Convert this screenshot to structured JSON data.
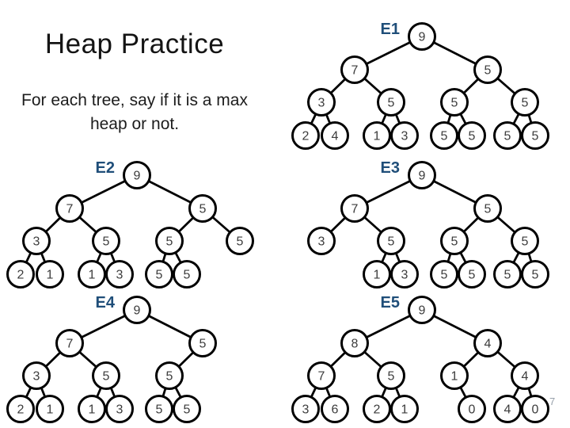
{
  "slide": {
    "title": "Heap Practice",
    "subtitle": "For each tree, say if it is a max heap or not.",
    "page_number": "7",
    "accent_color": "#1f4e79"
  },
  "trees": [
    {
      "label": "E1",
      "nodes": [
        [
          0,
          0,
          "9"
        ],
        [
          1,
          0,
          "7"
        ],
        [
          1,
          1,
          "5"
        ],
        [
          2,
          0,
          "3"
        ],
        [
          2,
          1,
          "5"
        ],
        [
          2,
          2,
          "5"
        ],
        [
          2,
          3,
          "5"
        ],
        [
          3,
          0,
          "2"
        ],
        [
          3,
          1,
          "4"
        ],
        [
          3,
          2,
          "1"
        ],
        [
          3,
          3,
          "3"
        ],
        [
          3,
          4,
          "5"
        ],
        [
          3,
          5,
          "5"
        ],
        [
          3,
          6,
          "5"
        ],
        [
          3,
          7,
          "5"
        ]
      ]
    },
    {
      "label": "E2",
      "nodes": [
        [
          0,
          0,
          "9"
        ],
        [
          1,
          0,
          "7"
        ],
        [
          1,
          1,
          "5"
        ],
        [
          2,
          0,
          "3"
        ],
        [
          2,
          1,
          "5"
        ],
        [
          2,
          2,
          "5"
        ],
        [
          2,
          3,
          "5"
        ],
        [
          3,
          0,
          "2"
        ],
        [
          3,
          1,
          "1"
        ],
        [
          3,
          2,
          "1"
        ],
        [
          3,
          3,
          "3"
        ],
        [
          3,
          4,
          "5"
        ],
        [
          3,
          5,
          "5"
        ]
      ]
    },
    {
      "label": "E3",
      "nodes": [
        [
          0,
          0,
          "9"
        ],
        [
          1,
          0,
          "7"
        ],
        [
          1,
          1,
          "5"
        ],
        [
          2,
          0,
          "3"
        ],
        [
          2,
          1,
          "5"
        ],
        [
          2,
          2,
          "5"
        ],
        [
          2,
          3,
          "5"
        ],
        [
          3,
          2,
          "1"
        ],
        [
          3,
          3,
          "3"
        ],
        [
          3,
          4,
          "5"
        ],
        [
          3,
          5,
          "5"
        ],
        [
          3,
          6,
          "5"
        ],
        [
          3,
          7,
          "5"
        ]
      ]
    },
    {
      "label": "E4",
      "nodes": [
        [
          0,
          0,
          "9"
        ],
        [
          1,
          0,
          "7"
        ],
        [
          1,
          1,
          "5"
        ],
        [
          2,
          0,
          "3"
        ],
        [
          2,
          1,
          "5"
        ],
        [
          2,
          2,
          "5"
        ],
        [
          3,
          0,
          "2"
        ],
        [
          3,
          1,
          "1"
        ],
        [
          3,
          2,
          "1"
        ],
        [
          3,
          3,
          "3"
        ],
        [
          3,
          4,
          "5"
        ],
        [
          3,
          5,
          "5"
        ]
      ]
    },
    {
      "label": "E5",
      "nodes": [
        [
          0,
          0,
          "9"
        ],
        [
          1,
          0,
          "8"
        ],
        [
          1,
          1,
          "4"
        ],
        [
          2,
          0,
          "7"
        ],
        [
          2,
          1,
          "5"
        ],
        [
          2,
          2,
          "1"
        ],
        [
          2,
          3,
          "4"
        ],
        [
          3,
          0,
          "3"
        ],
        [
          3,
          1,
          "6"
        ],
        [
          3,
          2,
          "2"
        ],
        [
          3,
          3,
          "1"
        ],
        [
          3,
          5,
          "0"
        ],
        [
          3,
          6,
          "4"
        ],
        [
          3,
          7,
          "0"
        ]
      ]
    }
  ]
}
